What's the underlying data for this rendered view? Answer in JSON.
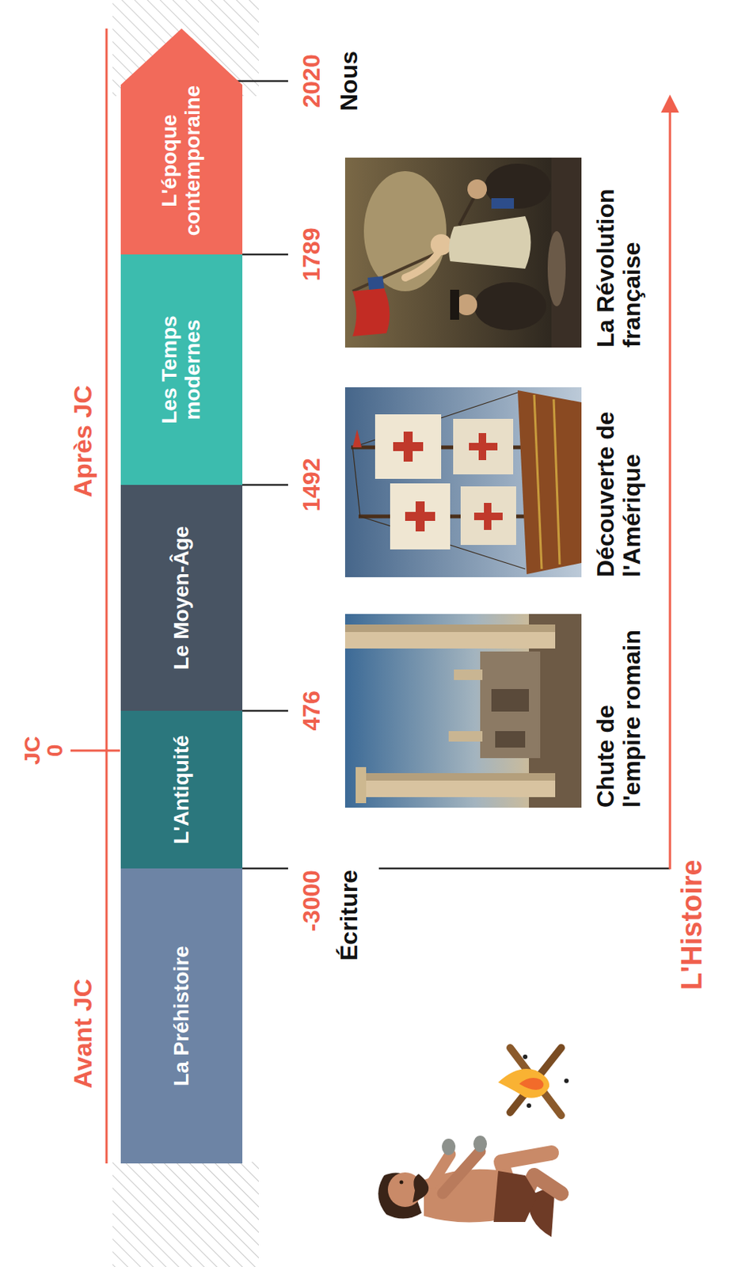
{
  "diagram": {
    "nodes": [
      {
        "text": [
          "La Préhistoire"
        ]
      },
      {
        "text": [
          "L'Antiquité"
        ]
      },
      {
        "text": [
          "Le Moyen-Âge"
        ]
      },
      {
        "text": [
          "Les Temps modernes"
        ]
      },
      {
        "text": [
          "L'époque contemporaine"
        ]
      }
    ],
    "labels": [
      "Avant JC",
      "JC 0",
      "Après JC",
      "-3000",
      "476",
      "1492",
      "1789",
      "2020",
      "Écriture",
      "Chute de l'empire romain",
      "Découverte de l'Amérique",
      "La Révolution française",
      "Nous",
      "L'Histoire"
    ]
  }
}
